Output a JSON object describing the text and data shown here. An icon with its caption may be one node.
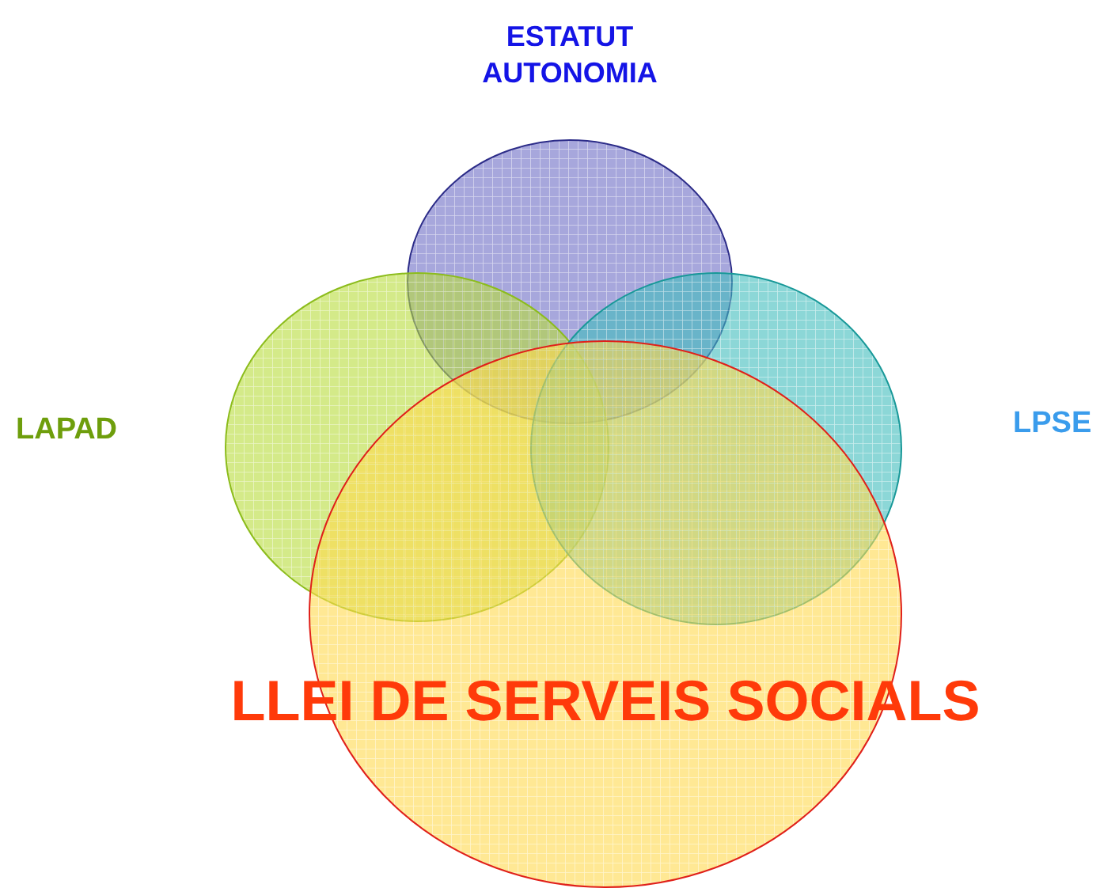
{
  "diagram": {
    "nodes": [
      {
        "text": [
          "ESTATUT AUTONOMIA"
        ]
      },
      {
        "text": [
          "LAPAD"
        ]
      },
      {
        "text": [
          "LPSE"
        ]
      },
      {
        "text": [
          "LLEI DE SERVEIS SOCIALS"
        ]
      }
    ]
  }
}
